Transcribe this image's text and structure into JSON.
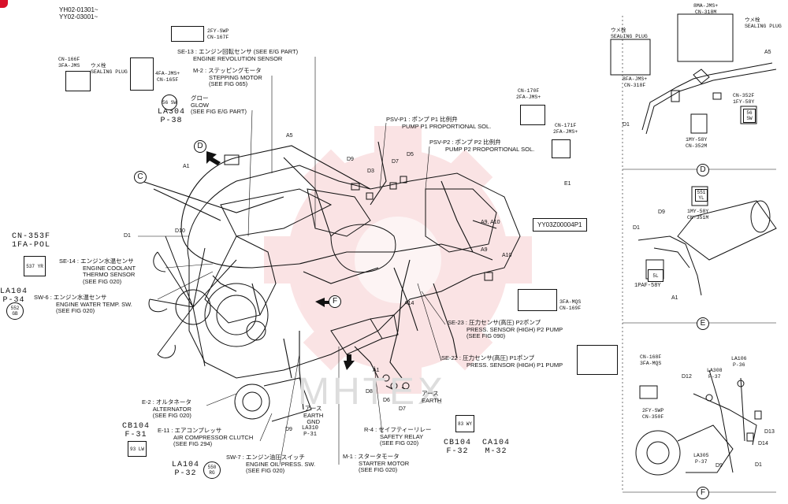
{
  "serials": [
    "YH02-01301~",
    "YY02-03001~"
  ],
  "watermark": "MHTEX",
  "reference_box": "YY03Z00004P1",
  "callouts": [
    {
      "id": "se13",
      "lines": [
        "SE-13 : エンジン回転センサ (SEE E/G PART)",
        "ENGINE REVOLUTION SENSOR"
      ]
    },
    {
      "id": "m2",
      "lines": [
        "M-2 : ステッピングモータ",
        "STEPPING MOTOR",
        "(SEE FIG 065)"
      ]
    },
    {
      "id": "glow",
      "lines": [
        "グロー",
        "GLOW",
        "(SEE FIG E/G PART)"
      ]
    },
    {
      "id": "psvp1",
      "lines": [
        "PSV-P1 : ポンプ P1 比例弁",
        "PUMP P1 PROPORTIONAL SOL."
      ]
    },
    {
      "id": "psvp2",
      "lines": [
        "PSV-P2 : ポンプ P2 比例弁",
        "PUMP P2 PROPORTIONAL SOL."
      ]
    },
    {
      "id": "se14",
      "lines": [
        "SE-14 : エンジン水温センサ",
        "ENGINE COOLANT",
        "THERMO SENSOR",
        "(SEE FIG 020)"
      ]
    },
    {
      "id": "sw6",
      "lines": [
        "SW-6 : エンジン水温センサ",
        "ENGINE WATER TEMP. SW.",
        "(SEE FIG 020)"
      ]
    },
    {
      "id": "se23",
      "lines": [
        "SE-23 : 圧力センサ(高圧) P2ポンプ",
        "PRESS. SENSOR (HIGH) P2 PUMP",
        "(SEE FIG 090)"
      ]
    },
    {
      "id": "se22",
      "lines": [
        "SE-22 : 圧力センサ(高圧) P1ポンプ",
        "PRESS. SENSOR (HIGH) P1 PUMP"
      ]
    },
    {
      "id": "e2",
      "lines": [
        "E-2 : オルタネータ",
        "ALTERNATOR",
        "(SEE FIG 020)"
      ]
    },
    {
      "id": "e11",
      "lines": [
        "E-11 : エアコンプレッサ",
        "AIR COMPRESSOR CLUTCH",
        "(SEE FIG 294)"
      ]
    },
    {
      "id": "sw7",
      "lines": [
        "SW-7 : エンジン油圧スイッチ",
        "ENGINE OIL PRESS. SW.",
        "(SEE FIG 020)"
      ]
    },
    {
      "id": "r4",
      "lines": [
        "R-4 : セイフティーリレー",
        "SAFETY RELAY",
        "(SEE FIG 020)"
      ]
    },
    {
      "id": "m1",
      "lines": [
        "M-1 : スタータモータ",
        "STARTER MOTOR",
        "(SEE FIG 020)"
      ]
    },
    {
      "id": "earth",
      "lines": [
        "アース",
        "EARTH"
      ]
    },
    {
      "id": "earthgnd",
      "lines": [
        "アース",
        "EARTH",
        "GND"
      ]
    }
  ],
  "location_codes": [
    {
      "id": "la304",
      "lines": [
        "LA304",
        "P-38"
      ]
    },
    {
      "id": "la104",
      "lines": [
        "LA104",
        "P-34"
      ]
    },
    {
      "id": "cn353f",
      "lines": [
        "CN-353F",
        "1FA-POL"
      ]
    },
    {
      "id": "cb104f31",
      "lines": [
        "CB104",
        "F-31"
      ]
    },
    {
      "id": "la104p32",
      "lines": [
        "LA104",
        "P-32"
      ]
    },
    {
      "id": "cb104f32",
      "lines": [
        "CB104",
        "F-32"
      ]
    },
    {
      "id": "ca104",
      "lines": [
        "CA104",
        "M-32"
      ]
    },
    {
      "id": "la310",
      "lines": [
        "LA310",
        "P-31"
      ]
    }
  ],
  "connectors": [
    {
      "id": "cn167f",
      "lines": [
        "2FY-SWP",
        "CN-167F"
      ]
    },
    {
      "id": "cn166f",
      "lines": [
        "CN-166F",
        "3FA-JMS"
      ]
    },
    {
      "id": "cn165f",
      "lines": [
        "4FA-JMS+",
        "CN-165F"
      ]
    },
    {
      "id": "cn170f",
      "lines": [
        "CN-170F",
        "2FA-JMS+"
      ]
    },
    {
      "id": "cn171f",
      "lines": [
        "CN-171F",
        "2FA-JMS+"
      ]
    },
    {
      "id": "cn169f",
      "lines": [
        "3FA-MQS",
        "CN-169F"
      ]
    },
    {
      "id": "cn318m",
      "lines": [
        "8MA-JMS+",
        "CN-318M"
      ]
    },
    {
      "id": "cn318f",
      "lines": [
        "8FA-JMS+",
        "CN-318F"
      ]
    },
    {
      "id": "cn352f",
      "lines": [
        "CN-352F",
        "1FY-58Y"
      ]
    },
    {
      "id": "cn352m",
      "lines": [
        "1MY-58Y",
        "CN-352M"
      ]
    },
    {
      "id": "cn351m",
      "lines": [
        "1MY-58Y",
        "CN-351M"
      ]
    },
    {
      "id": "cn168f",
      "lines": [
        "CN-168F",
        "3FA-MQS"
      ]
    },
    {
      "id": "cn350f",
      "lines": [
        "2FY-SWP",
        "CN-350F"
      ]
    },
    {
      "id": "paf58y",
      "lines": [
        "1PAF-58Y"
      ]
    }
  ],
  "sealing_plug": [
    "ウメ栓",
    "SEALING PLUG"
  ],
  "part_markers": [
    "A1",
    "A5",
    "D1",
    "D10",
    "D9",
    "D3",
    "D7",
    "D5",
    "A9, A10",
    "A9",
    "A10",
    "A14",
    "A1",
    "D8",
    "D6",
    "D7",
    "E1",
    "D9",
    "A5",
    "D1",
    "D9",
    "D1",
    "A1",
    "D12",
    "D13",
    "D14",
    "D9",
    "D1",
    "LA308",
    "P-37",
    "LA106",
    "P-36",
    "LA305",
    "P-37"
  ],
  "view_letters": [
    "C",
    "D",
    "F",
    "D",
    "E",
    "F"
  ],
  "terminal_codes": [
    "56 SW",
    "552 GB",
    "550 RG",
    "93 LW",
    "83 WY",
    "537 YR",
    "5L",
    "56 SW",
    "551 YL"
  ]
}
